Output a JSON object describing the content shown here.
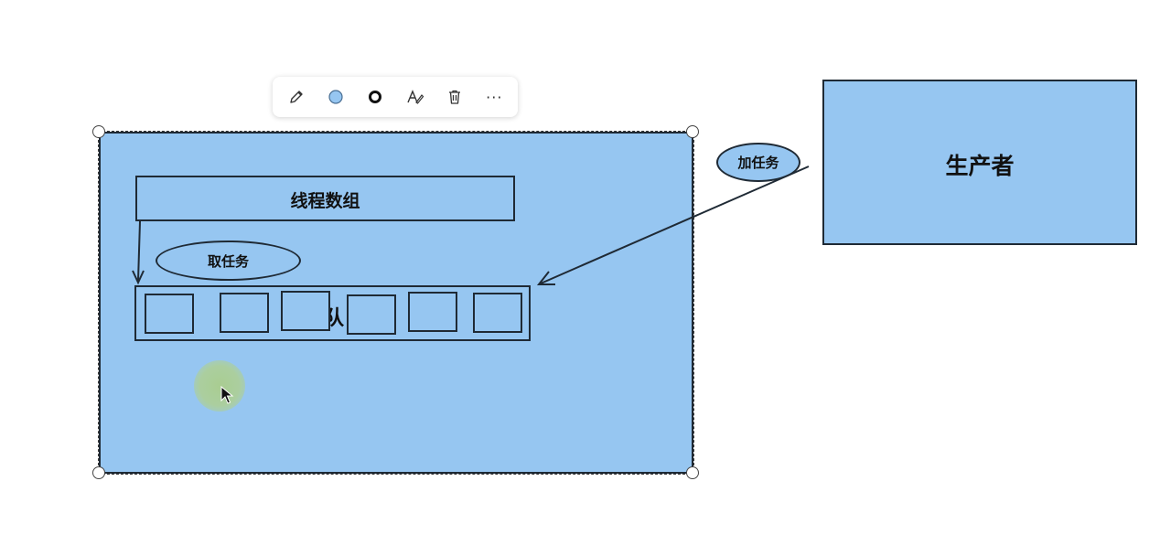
{
  "colors": {
    "shape_fill": "#96c6f1",
    "stroke": "#1f2a35",
    "canvas": "#ffffff",
    "cursor_highlight": "#a9cf8c"
  },
  "toolbar": {
    "items": [
      {
        "name": "pencil-icon",
        "icon": "pencil"
      },
      {
        "name": "fill-color-icon",
        "icon": "filled-circle"
      },
      {
        "name": "stroke-color-icon",
        "icon": "ring"
      },
      {
        "name": "text-style-icon",
        "icon": "text-style"
      },
      {
        "name": "delete-icon",
        "icon": "trash"
      },
      {
        "name": "more-icon",
        "icon": "ellipsis",
        "label": "···"
      }
    ]
  },
  "diagram": {
    "thread_array_label": "线程数组",
    "take_task_label": "取任务",
    "queue_label_partial": "队",
    "add_task_label": "加任务",
    "producer_label": "生产者",
    "queue_slot_count": 6
  }
}
